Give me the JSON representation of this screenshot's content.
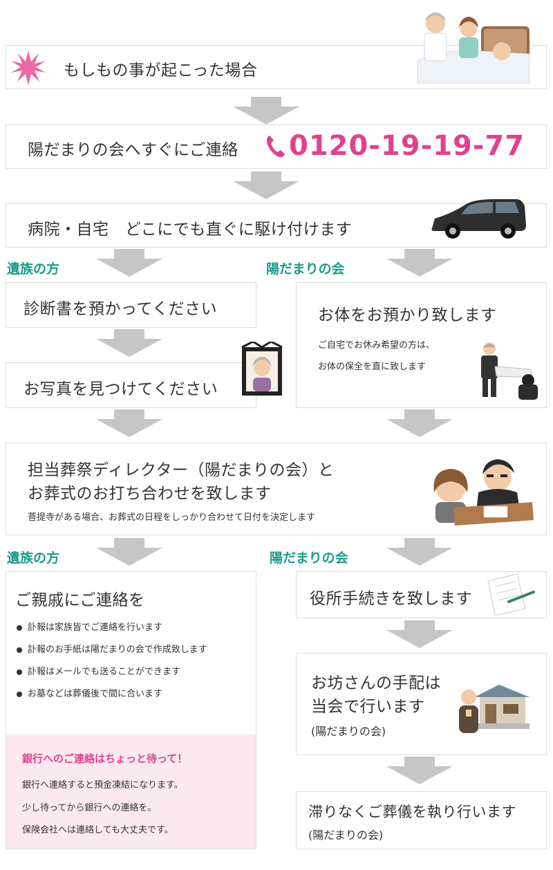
{
  "step1": {
    "title": "もしもの事が起こった場合",
    "icon": "burst-icon"
  },
  "step2": {
    "title": "陽だまりの会へすぐにご連絡",
    "phone": "0120-19-19-77",
    "phone_color": "#e0418f",
    "icon": "phone-icon"
  },
  "step3": {
    "title": "病院・自宅　どこにでも直ぐに駆け付けます"
  },
  "labels": {
    "family": "遺族の方",
    "hidamari": "陽だまりの会",
    "family2": "遺族の方",
    "hidamari2": "陽だまりの会"
  },
  "family_steps": {
    "certificate": "診断書を預かってください",
    "photo": "お写真を見つけてください"
  },
  "hidamari_care": {
    "title": "お体をお預かり致します",
    "line1": "ご自宅でお休み希望の方は、",
    "line2": "お体の保全を直に致します"
  },
  "meeting": {
    "line1": "担当葬祭ディレクター（陽だまりの会）と",
    "line2": "お葬式のお打ち合わせを致します",
    "note": "菩提寺がある場合、お葬式の日程をしっかり合わせて日付を決定します"
  },
  "contact": {
    "title": "ご親戚にご連絡を",
    "items": [
      "訃報は家族皆でご連絡を行います",
      "訃報のお手紙は陽だまりの会で作成致します",
      "訃報はメールでも送ることができます",
      "お墓などは葬儀後で間に合います"
    ]
  },
  "bank": {
    "title": "銀行へのご連絡はちょっと待って！",
    "line1": "銀行へ連絡すると預金凍結になります。",
    "line2": "少し待ってから銀行への連絡を。",
    "line3": "保険会社へは連絡しても大丈夫です。",
    "title_color": "#e0418f",
    "bg": "#fbe9ef"
  },
  "office": {
    "title": "役所手続きを致します"
  },
  "monk": {
    "line1": "お坊さんの手配は",
    "line2": "当会で行います",
    "sub": "(陽だまりの会)"
  },
  "funeral": {
    "title": "滞りなくご葬儀を執り行います",
    "sub": "(陽だまりの会)"
  },
  "colors": {
    "accent_teal": "#1a9a8a",
    "arrow_gray": "#c6c6c6",
    "pink": "#e0418f"
  }
}
